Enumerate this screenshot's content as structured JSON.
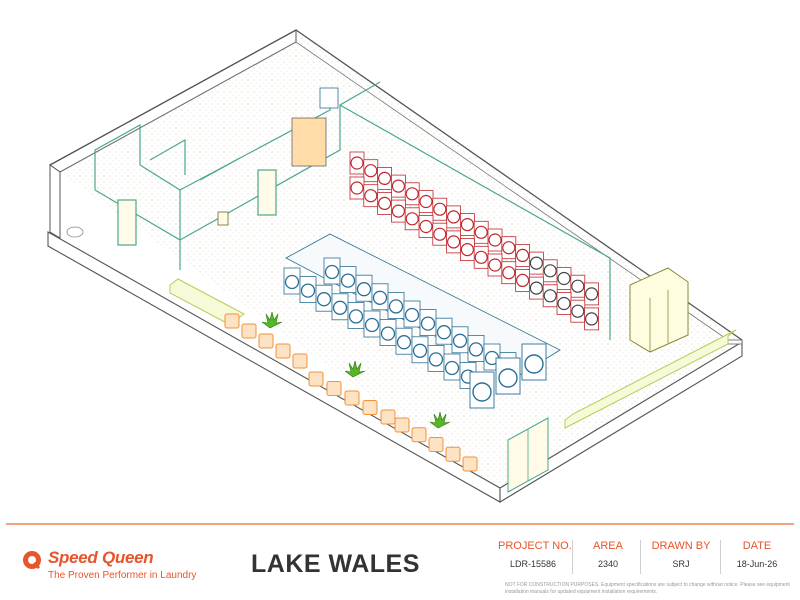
{
  "drawing": {
    "dryer_count": 36,
    "washer_count": 24,
    "plant_count": 3,
    "colors": {
      "wall": "#555555",
      "interior_wall": "#4aa88a",
      "washer": "#2a6f95",
      "dryer": "#c0272d",
      "seating": "#f0933a",
      "folding_table": "#b8cc55",
      "plant": "#56b827",
      "dot_fill": "#efe9d6"
    }
  },
  "brand": {
    "name": "Speed Queen",
    "tagline": "The Proven Performer in Laundry",
    "color": "#e8542b"
  },
  "project": {
    "title": "LAKE WALES"
  },
  "title_block": {
    "project_no": {
      "label": "PROJECT NO.",
      "value": "LDR-15586"
    },
    "area": {
      "label": "AREA",
      "value": "2340"
    },
    "drawn_by": {
      "label": "DRAWN BY",
      "value": "SRJ"
    },
    "date": {
      "label": "DATE",
      "value": "18-Jun-26"
    }
  },
  "disclaimer": "NOT FOR CONSTRUCTION PURPOSES. Equipment specifications are subject to change without notice. Please see equipment installation manuals for updated equipment installation requirements."
}
